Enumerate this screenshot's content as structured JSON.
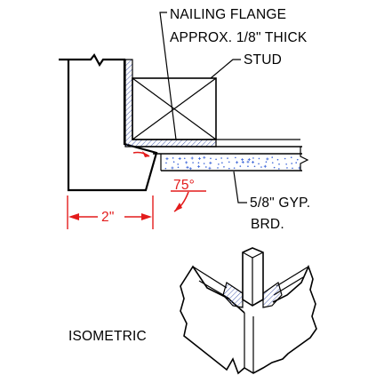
{
  "labels": {
    "flange_line1": "NAILING FLANGE",
    "flange_line2": "APPROX. 1/8\" THICK",
    "stud": "STUD",
    "gyp_line1": "5/8\" GYP.",
    "gyp_line2": "BRD.",
    "angle": "75°",
    "dimension": "2\"",
    "isometric": "ISOMETRIC"
  },
  "colors": {
    "line": "#000000",
    "dimension": "#e31b1b",
    "hatch": "#4a5fb0",
    "gypsum_dots": "#3a63d8"
  }
}
